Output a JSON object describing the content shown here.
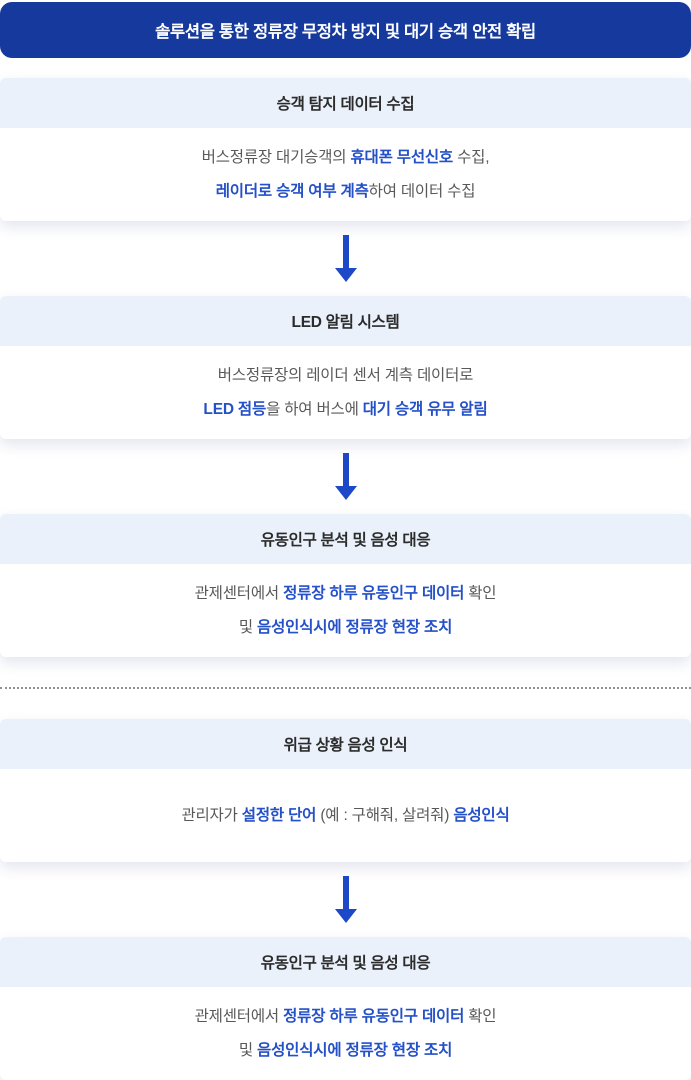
{
  "banner": {
    "title": "솔루션을 통한 정류장 무정차 방지 및 대기 승객 안전 확립"
  },
  "colors": {
    "banner_bg": "#16399E",
    "header_bg": "#EAF1FB",
    "accent": "#2450C8",
    "body_text": "#595959",
    "arrow": "#1D49C8"
  },
  "cards": [
    {
      "header": "승객 탐지 데이터 수집",
      "lines": [
        [
          {
            "t": "버스정류장 대기승객의 ",
            "b": false
          },
          {
            "t": "휴대폰 무선신호",
            "b": true
          },
          {
            "t": " 수집,",
            "b": false
          }
        ],
        [
          {
            "t": "레이더로 승객 여부 계측",
            "b": true
          },
          {
            "t": "하여 데이터 수집",
            "b": false
          }
        ]
      ]
    },
    {
      "header": "LED 알림 시스템",
      "lines": [
        [
          {
            "t": "버스정류장의 레이더 센서 계측 데이터로",
            "b": false
          }
        ],
        [
          {
            "t": "LED 점등",
            "b": true
          },
          {
            "t": "을 하여 버스에 ",
            "b": false
          },
          {
            "t": "대기 승객 유무 알림",
            "b": true
          }
        ]
      ]
    },
    {
      "header": "유동인구 분석 및 음성 대응",
      "lines": [
        [
          {
            "t": "관제센터에서 ",
            "b": false
          },
          {
            "t": "정류장 하루 유동인구 데이터",
            "b": true
          },
          {
            "t": " 확인",
            "b": false
          }
        ],
        [
          {
            "t": "및 ",
            "b": false
          },
          {
            "t": "음성인식시에 정류장 현장 조치",
            "b": true
          }
        ]
      ]
    },
    {
      "header": "위급 상황 음성 인식",
      "lines": [
        [
          {
            "t": "관리자가 ",
            "b": false
          },
          {
            "t": "설정한 단어",
            "b": true
          },
          {
            "t": " (예 : 구해줘, 살려줘) ",
            "b": false
          },
          {
            "t": "음성인식",
            "b": true
          }
        ]
      ]
    },
    {
      "header": "유동인구 분석 및 음성 대응",
      "lines": [
        [
          {
            "t": "관제센터에서 ",
            "b": false
          },
          {
            "t": "정류장 하루 유동인구 데이터",
            "b": true
          },
          {
            "t": " 확인",
            "b": false
          }
        ],
        [
          {
            "t": "및 ",
            "b": false
          },
          {
            "t": "음성인식시에 정류장 현장 조치",
            "b": true
          }
        ]
      ]
    }
  ]
}
